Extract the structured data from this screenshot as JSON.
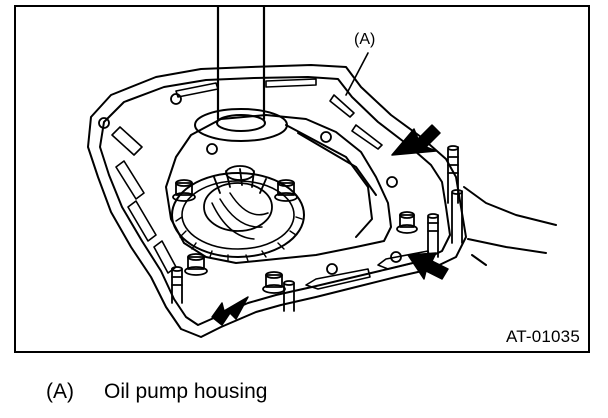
{
  "figure": {
    "callout_a": "(A)",
    "reference_code": "AT-01035"
  },
  "legend": {
    "items": [
      {
        "key": "(A)",
        "description": "Oil pump housing"
      }
    ]
  },
  "colors": {
    "line": "#000000",
    "background": "#ffffff"
  }
}
